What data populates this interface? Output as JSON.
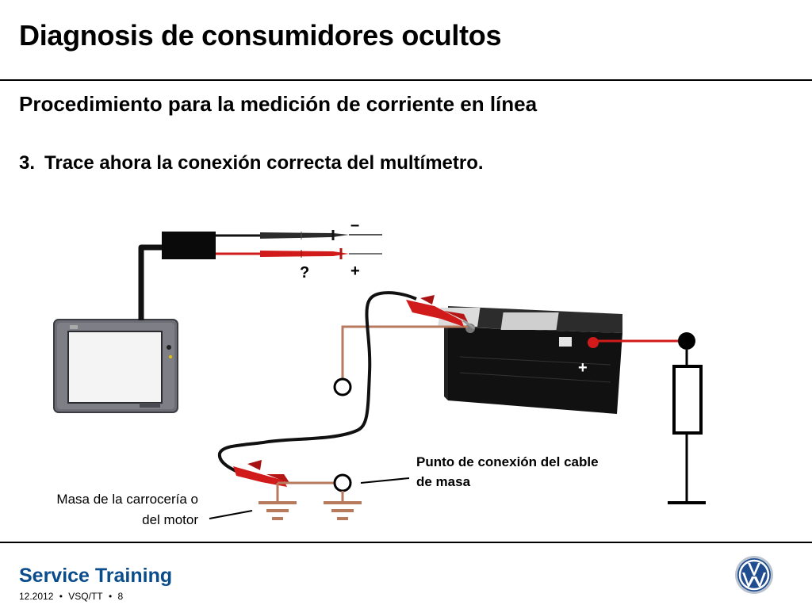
{
  "header": {
    "title": "Diagnosis de consumidores ocultos",
    "subtitle": "Procedimiento para la medición de corriente en línea"
  },
  "instruction": {
    "number": "3.",
    "text": "Trace ahora la conexión correcta del multímetro."
  },
  "diagram": {
    "probe_negative_symbol": "–",
    "probe_unknown_symbol": "?",
    "probe_positive_symbol": "+",
    "battery_plus_symbol": "+",
    "ground_point_label_line1": "Punto de conexión del cable",
    "ground_point_label_line2": "de masa",
    "body_ground_label_line1": "Masa de la carrocería o",
    "body_ground_label_line2": "del motor",
    "colors": {
      "probe_red": "#d11a1a",
      "wire_brown": "#b87a5c",
      "cable_black": "#111111"
    }
  },
  "footer": {
    "brand": "Service Training",
    "date": "12.2012",
    "department": "VSQ/TT",
    "page": "8",
    "separator": "•",
    "logo": "vw-logo"
  }
}
